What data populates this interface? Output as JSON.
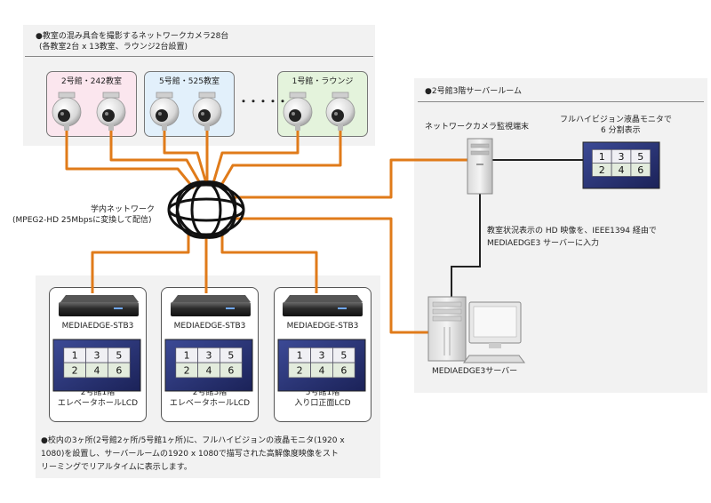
{
  "cameras_panel": {
    "title_line1": "●教室の混み具合を撮影するネットワークカメラ28台",
    "title_line2": "(各教室2台 x 13教室、ラウンジ2台設置)",
    "rooms": [
      {
        "label": "2号館・242教室",
        "color": "#fbe6ee"
      },
      {
        "label": "5号館・525教室",
        "color": "#e2f0fb"
      },
      {
        "label": "1号館・ラウンジ",
        "color": "#e4f3dc"
      }
    ],
    "ellipsis": "・・・・・"
  },
  "server_room": {
    "title": "●2号館3階サーバールーム",
    "monitor_pc_label": "ネットワークカメラ監視端末",
    "display_label_line1": "フルハイビジョン液晶モニタで",
    "display_label_line2": "6 分割表示",
    "ieee_text_line1": "教室状況表示の HD 映像を、IEEE1394 経由で",
    "ieee_text_line2": "MEDIAEDGE3 サーバーに入力",
    "server_label": "MEDIAEDGE3サーバー"
  },
  "network": {
    "label_line1": "学内ネットワーク",
    "label_line2": "(MPEG2-HD 25Mbpsに変換して配信)"
  },
  "screen_cells": [
    "1",
    "3",
    "5",
    "2",
    "4",
    "6"
  ],
  "stb_units": [
    {
      "name": "MEDIAEDGE-STB3",
      "location": "2号館1階\nエレベータホールLCD"
    },
    {
      "name": "MEDIAEDGE-STB3",
      "location": "2号館3階\nエレベータホールLCD"
    },
    {
      "name": "MEDIAEDGE-STB3",
      "location": "5号館1階\n入り口正面LCD"
    }
  ],
  "footer": {
    "line1": "●校内の3ヶ所(2号館2ヶ所/5号館1ヶ所)に、フルハイビジョンの液晶モニタ(1920 x",
    "line2": "1080)を設置し、サーバールームの1920 x 1080で描写された高解像度映像をスト",
    "line3": "リーミングでリアルタイムに表示します。"
  },
  "colors": {
    "cable_orange": "#e07b1a",
    "cable_black": "#222222",
    "panel_gray": "#f2f2f2"
  }
}
